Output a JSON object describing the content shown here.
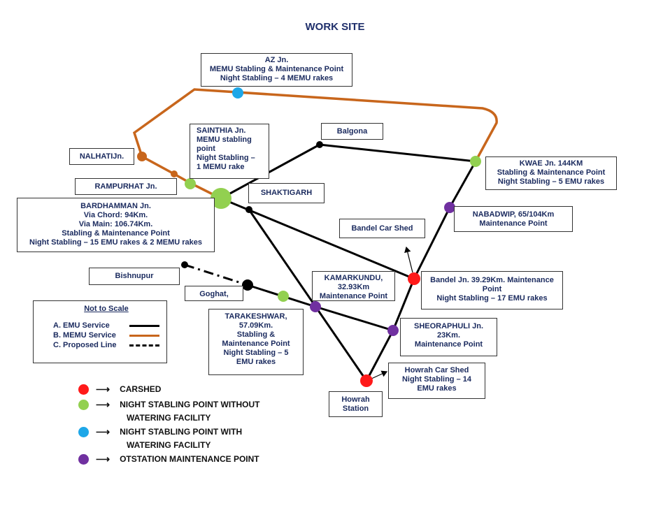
{
  "title": "WORK SITE",
  "colors": {
    "emu_line": "#000000",
    "memu_line": "#c8661c",
    "carshed": "#ff1a1a",
    "stabling_no_water": "#92d050",
    "stabling_with_water": "#1ea7e8",
    "outstation_maintenance": "#7030a0"
  },
  "labels": {
    "az": [
      "AZ Jn.",
      "MEMU Stabling & Maintenance Point",
      "Night Stabling – 4 MEMU rakes"
    ],
    "sainthia": [
      "SAINTHIA Jn.",
      "MEMU stabling",
      "point",
      "Night Stabling –",
      "1 MEMU rake"
    ],
    "balgona": "Balgona",
    "nalhati": "NALHATIJn.",
    "rampurhat": "RAMPURHAT Jn.",
    "shaktigarh": "SHAKTIGARH",
    "kwae": [
      "KWAE Jn. 144KM",
      "Stabling & Maintenance Point",
      "Night Stabling – 5 EMU rakes"
    ],
    "bardhamman": [
      "BARDHAMMAN Jn.",
      "Via Chord: 94Km.",
      "Via Main: 106.74Km.",
      "Stabling & Maintenance Point",
      "Night Stabling – 15 EMU rakes & 2 MEMU rakes"
    ],
    "nabadwip": [
      "NABADWIP, 65/104Km",
      "Maintenance Point"
    ],
    "bandel_car_shed": "Bandel Car Shed",
    "bishnupur": "Bishnupur",
    "kamarkundu": [
      "KAMARKUNDU,",
      "32.93Km",
      "Maintenance Point"
    ],
    "bandel": [
      "Bandel Jn. 39.29Km. Maintenance",
      "Point",
      "Night Stabling – 17 EMU rakes"
    ],
    "goghat": "Goghat,",
    "tarakeshwar": [
      "TARAKESHWAR,",
      "57.09Km.",
      "Stabling &",
      "Maintenance Point",
      "Night Stabling – 5",
      "EMU rakes"
    ],
    "sheoraphuli": [
      "SHEORAPHULI Jn.",
      "23Km.",
      "Maintenance Point"
    ],
    "howrah_car_shed": [
      "Howrah Car Shed",
      "Night Stabling – 14",
      "EMU rakes"
    ],
    "howrah_station": [
      "Howrah",
      "Station"
    ]
  },
  "legend": {
    "title": "Not to Scale",
    "items": [
      {
        "label": "A.  EMU Service",
        "style": "solid-black"
      },
      {
        "label": "B.  MEMU Service",
        "style": "solid-orange"
      },
      {
        "label": "C.  Proposed Line",
        "style": "dash-dot-black"
      }
    ]
  },
  "key": {
    "carshed": "CARSHED",
    "stabling_no_water_1": "NIGHT STABLING POINT WITHOUT",
    "stabling_no_water_2": "WATERING FACILITY",
    "stabling_with_water_1": "NIGHT STABLING POINT WITH",
    "stabling_with_water_2": "WATERING FACILITY",
    "outstation": "OTSTATION  MAINTENANCE POINT"
  }
}
